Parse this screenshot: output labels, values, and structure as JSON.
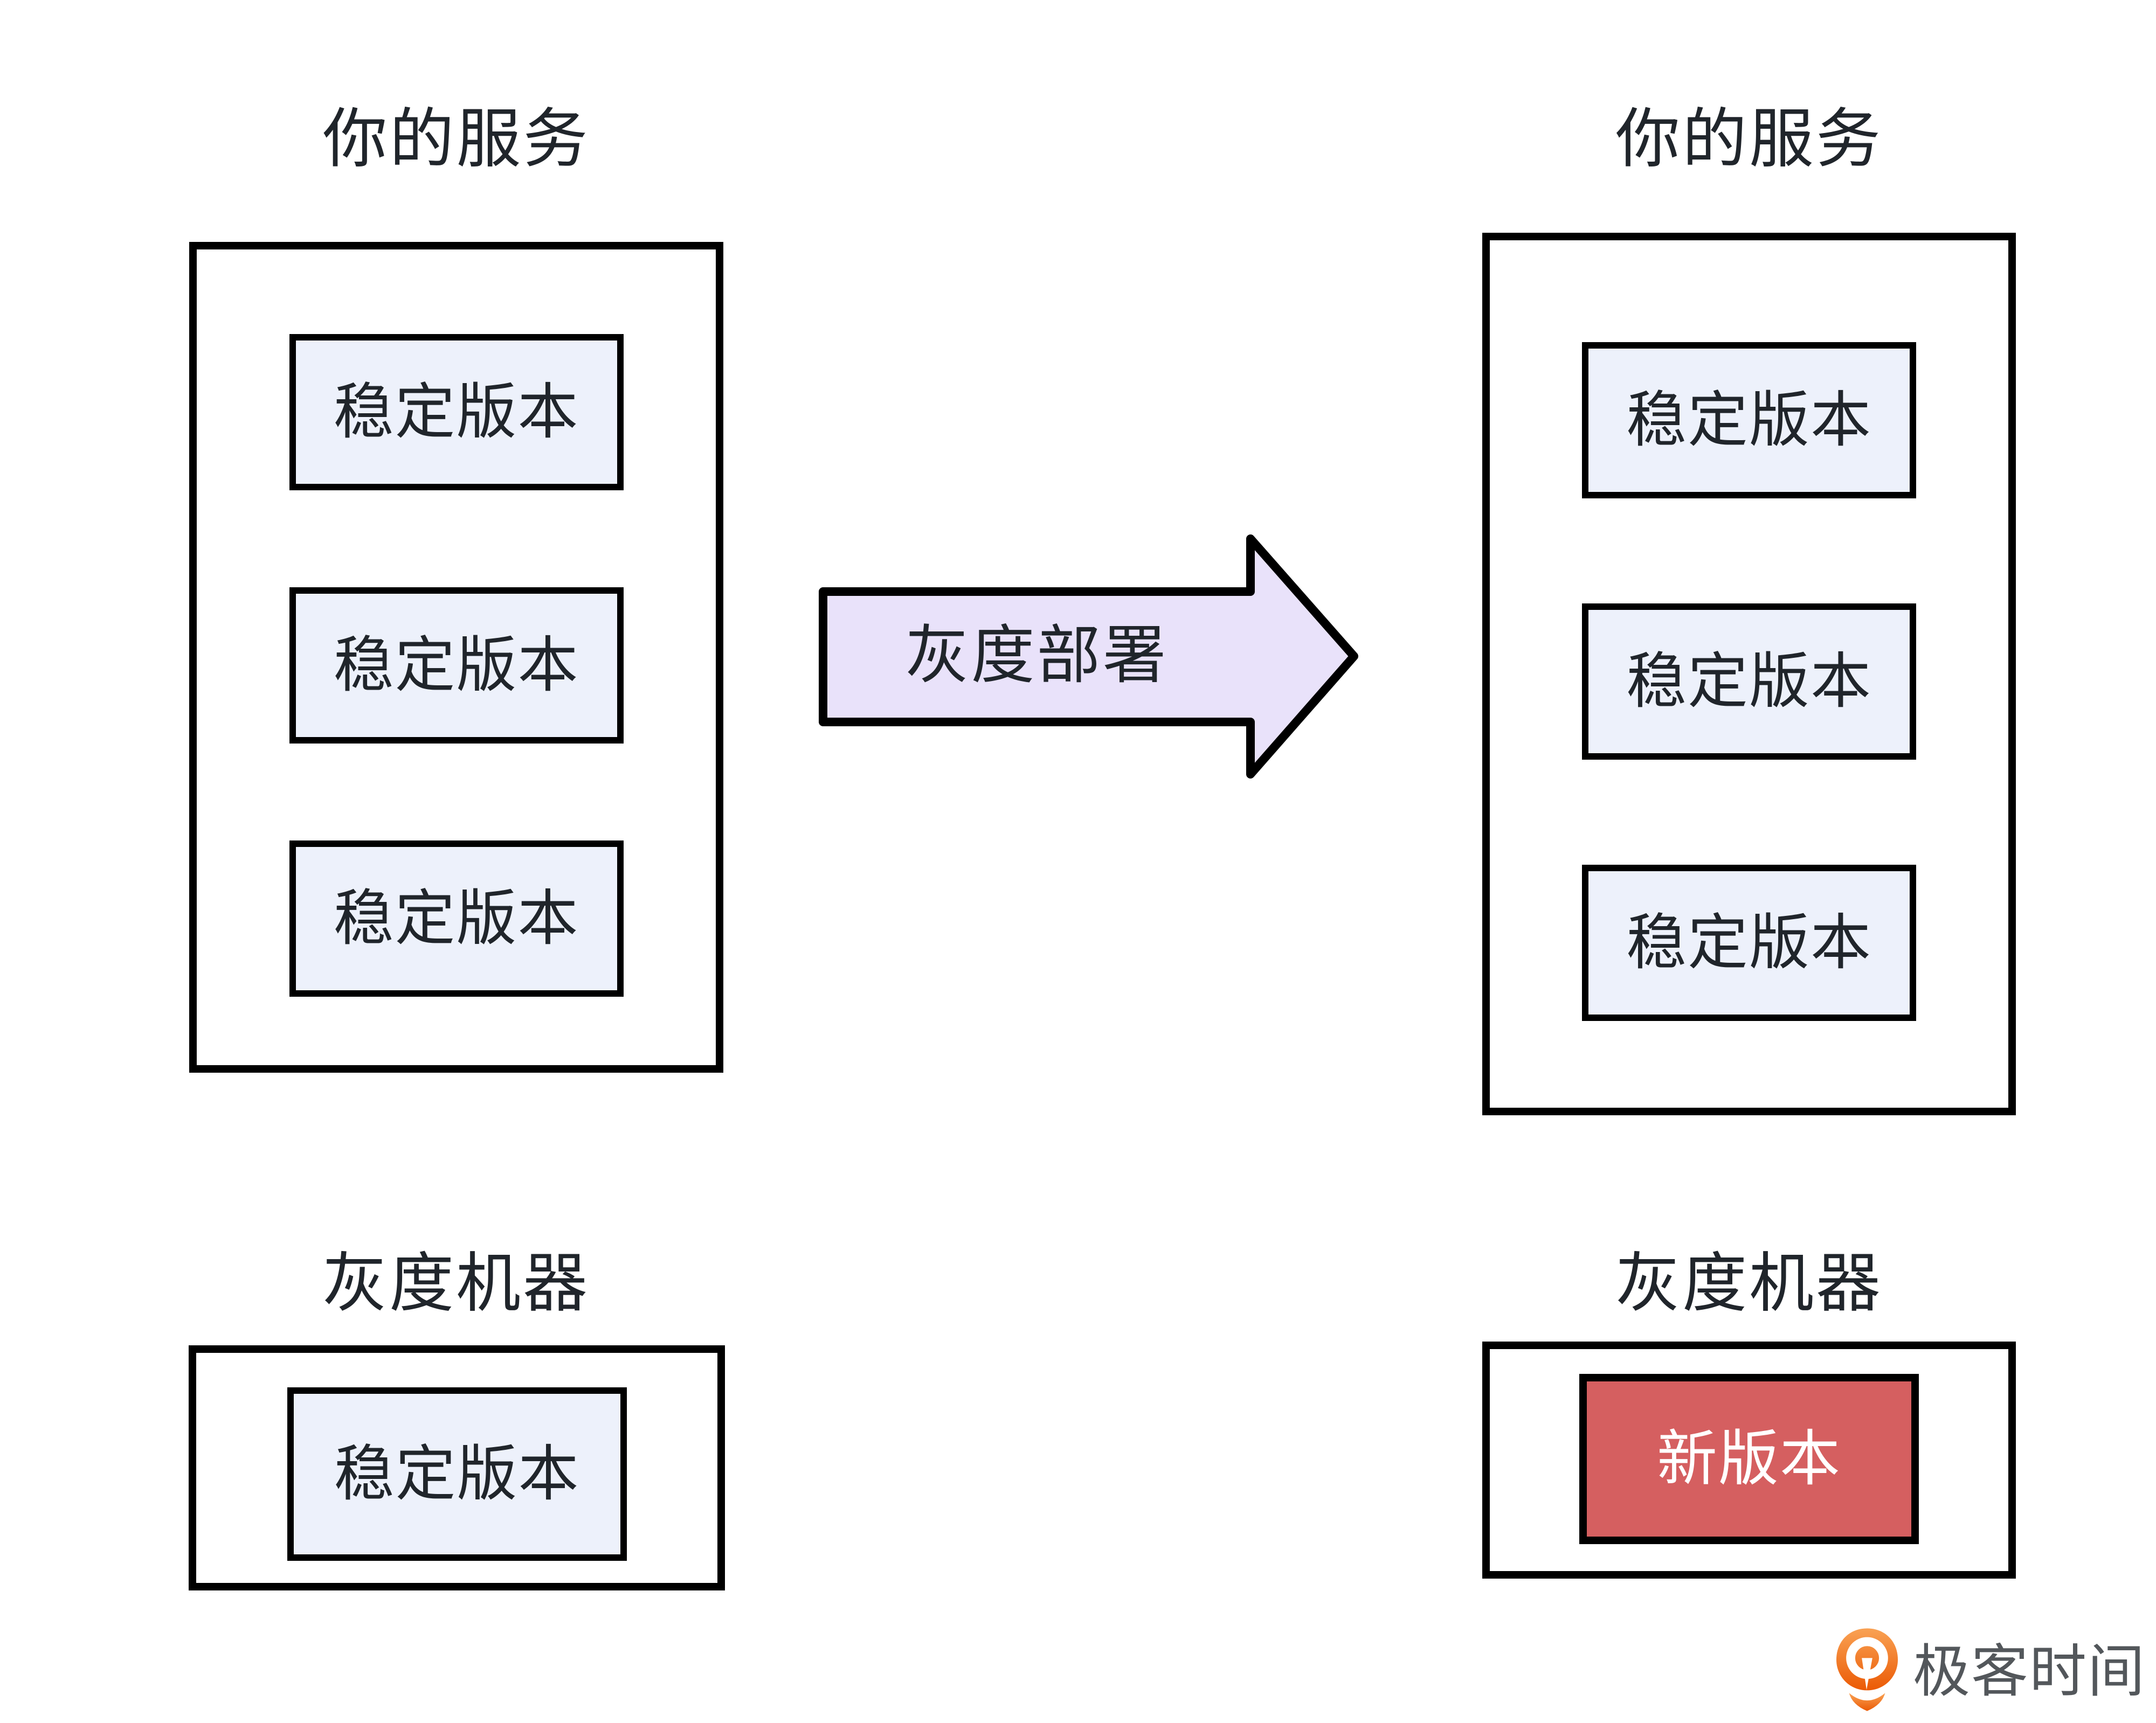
{
  "diagram": {
    "left": {
      "title": "你的服务",
      "instances": [
        "稳定版本",
        "稳定版本",
        "稳定版本"
      ],
      "gray": {
        "title": "灰度机器",
        "instance": "稳定版本"
      }
    },
    "arrow_label": "灰度部署",
    "right": {
      "title": "你的服务",
      "instances": [
        "稳定版本",
        "稳定版本",
        "稳定版本"
      ],
      "gray": {
        "title": "灰度机器",
        "instance": "新版本"
      }
    },
    "logo": {
      "text": "极客时间",
      "icon": "geektime-pin-icon"
    }
  },
  "colors": {
    "stable_fill": "#edf1fb",
    "arrow_fill": "#e9e2fa",
    "new_version_fill": "#d55f60",
    "new_version_text": "#ffffff",
    "outline": "#000000",
    "text": "#20252b",
    "logo_text": "#53575b",
    "logo_orange": "#ee6a1c"
  }
}
